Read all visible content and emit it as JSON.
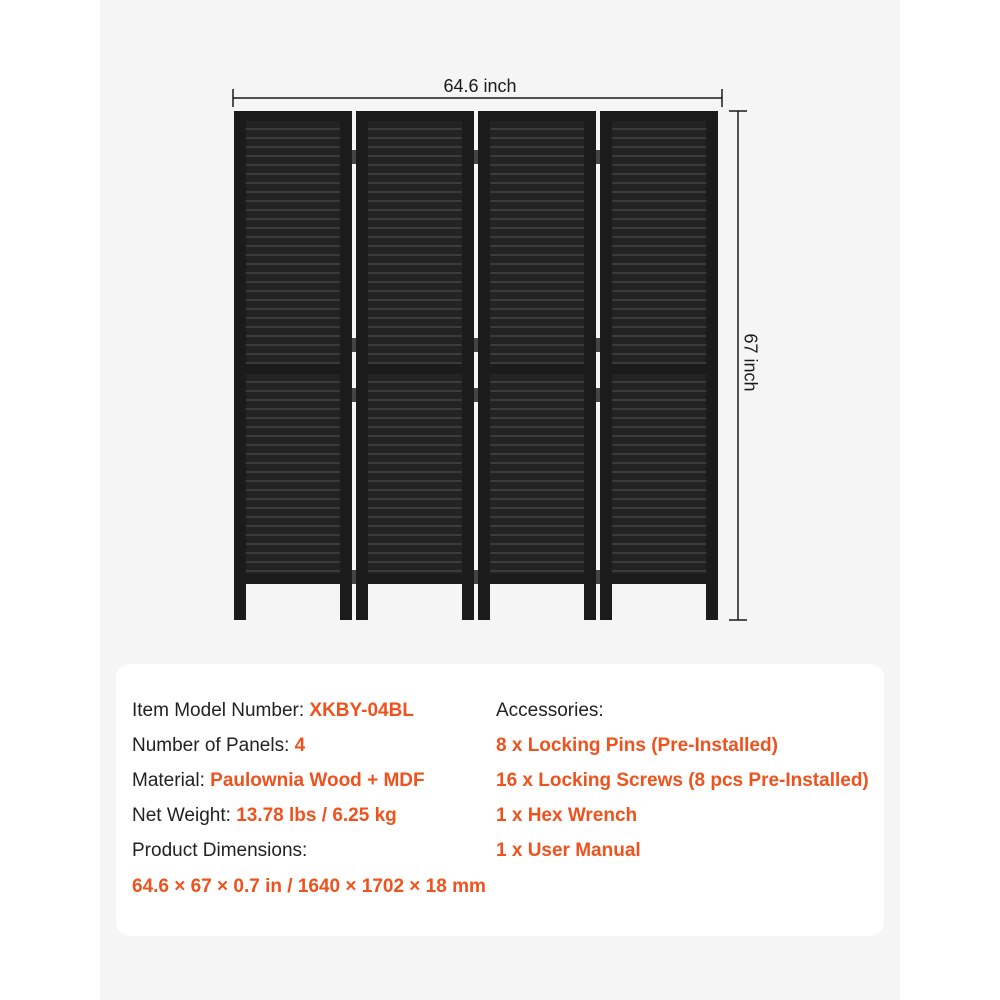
{
  "colors": {
    "accent": "#f0521d",
    "text": "#222222",
    "panel": "#1b1b1b",
    "background": "#f5f5f5"
  },
  "product_image": {
    "panel_count": 4,
    "width_label": "64.6 inch",
    "height_label": "67 inch"
  },
  "specs": {
    "model_label": "Item Model Number:",
    "model_value": "XKBY-04BL",
    "panels_label": "Number of Panels:",
    "panels_value": "4",
    "material_label": "Material:",
    "material_value": "Paulownia Wood + MDF",
    "weight_label": "Net Weight:",
    "weight_value": "13.78 lbs / 6.25 kg",
    "dimensions_label": "Product Dimensions:",
    "dimensions_value": "64.6 × 67 × 0.7 in / 1640 × 1702 × 18 mm",
    "accessories_label": "Accessories:",
    "accessories": [
      "8 x Locking Pins (Pre-Installed)",
      "16 x Locking Screws (8 pcs Pre-Installed)",
      "1 x Hex Wrench",
      "1 x User Manual"
    ]
  }
}
